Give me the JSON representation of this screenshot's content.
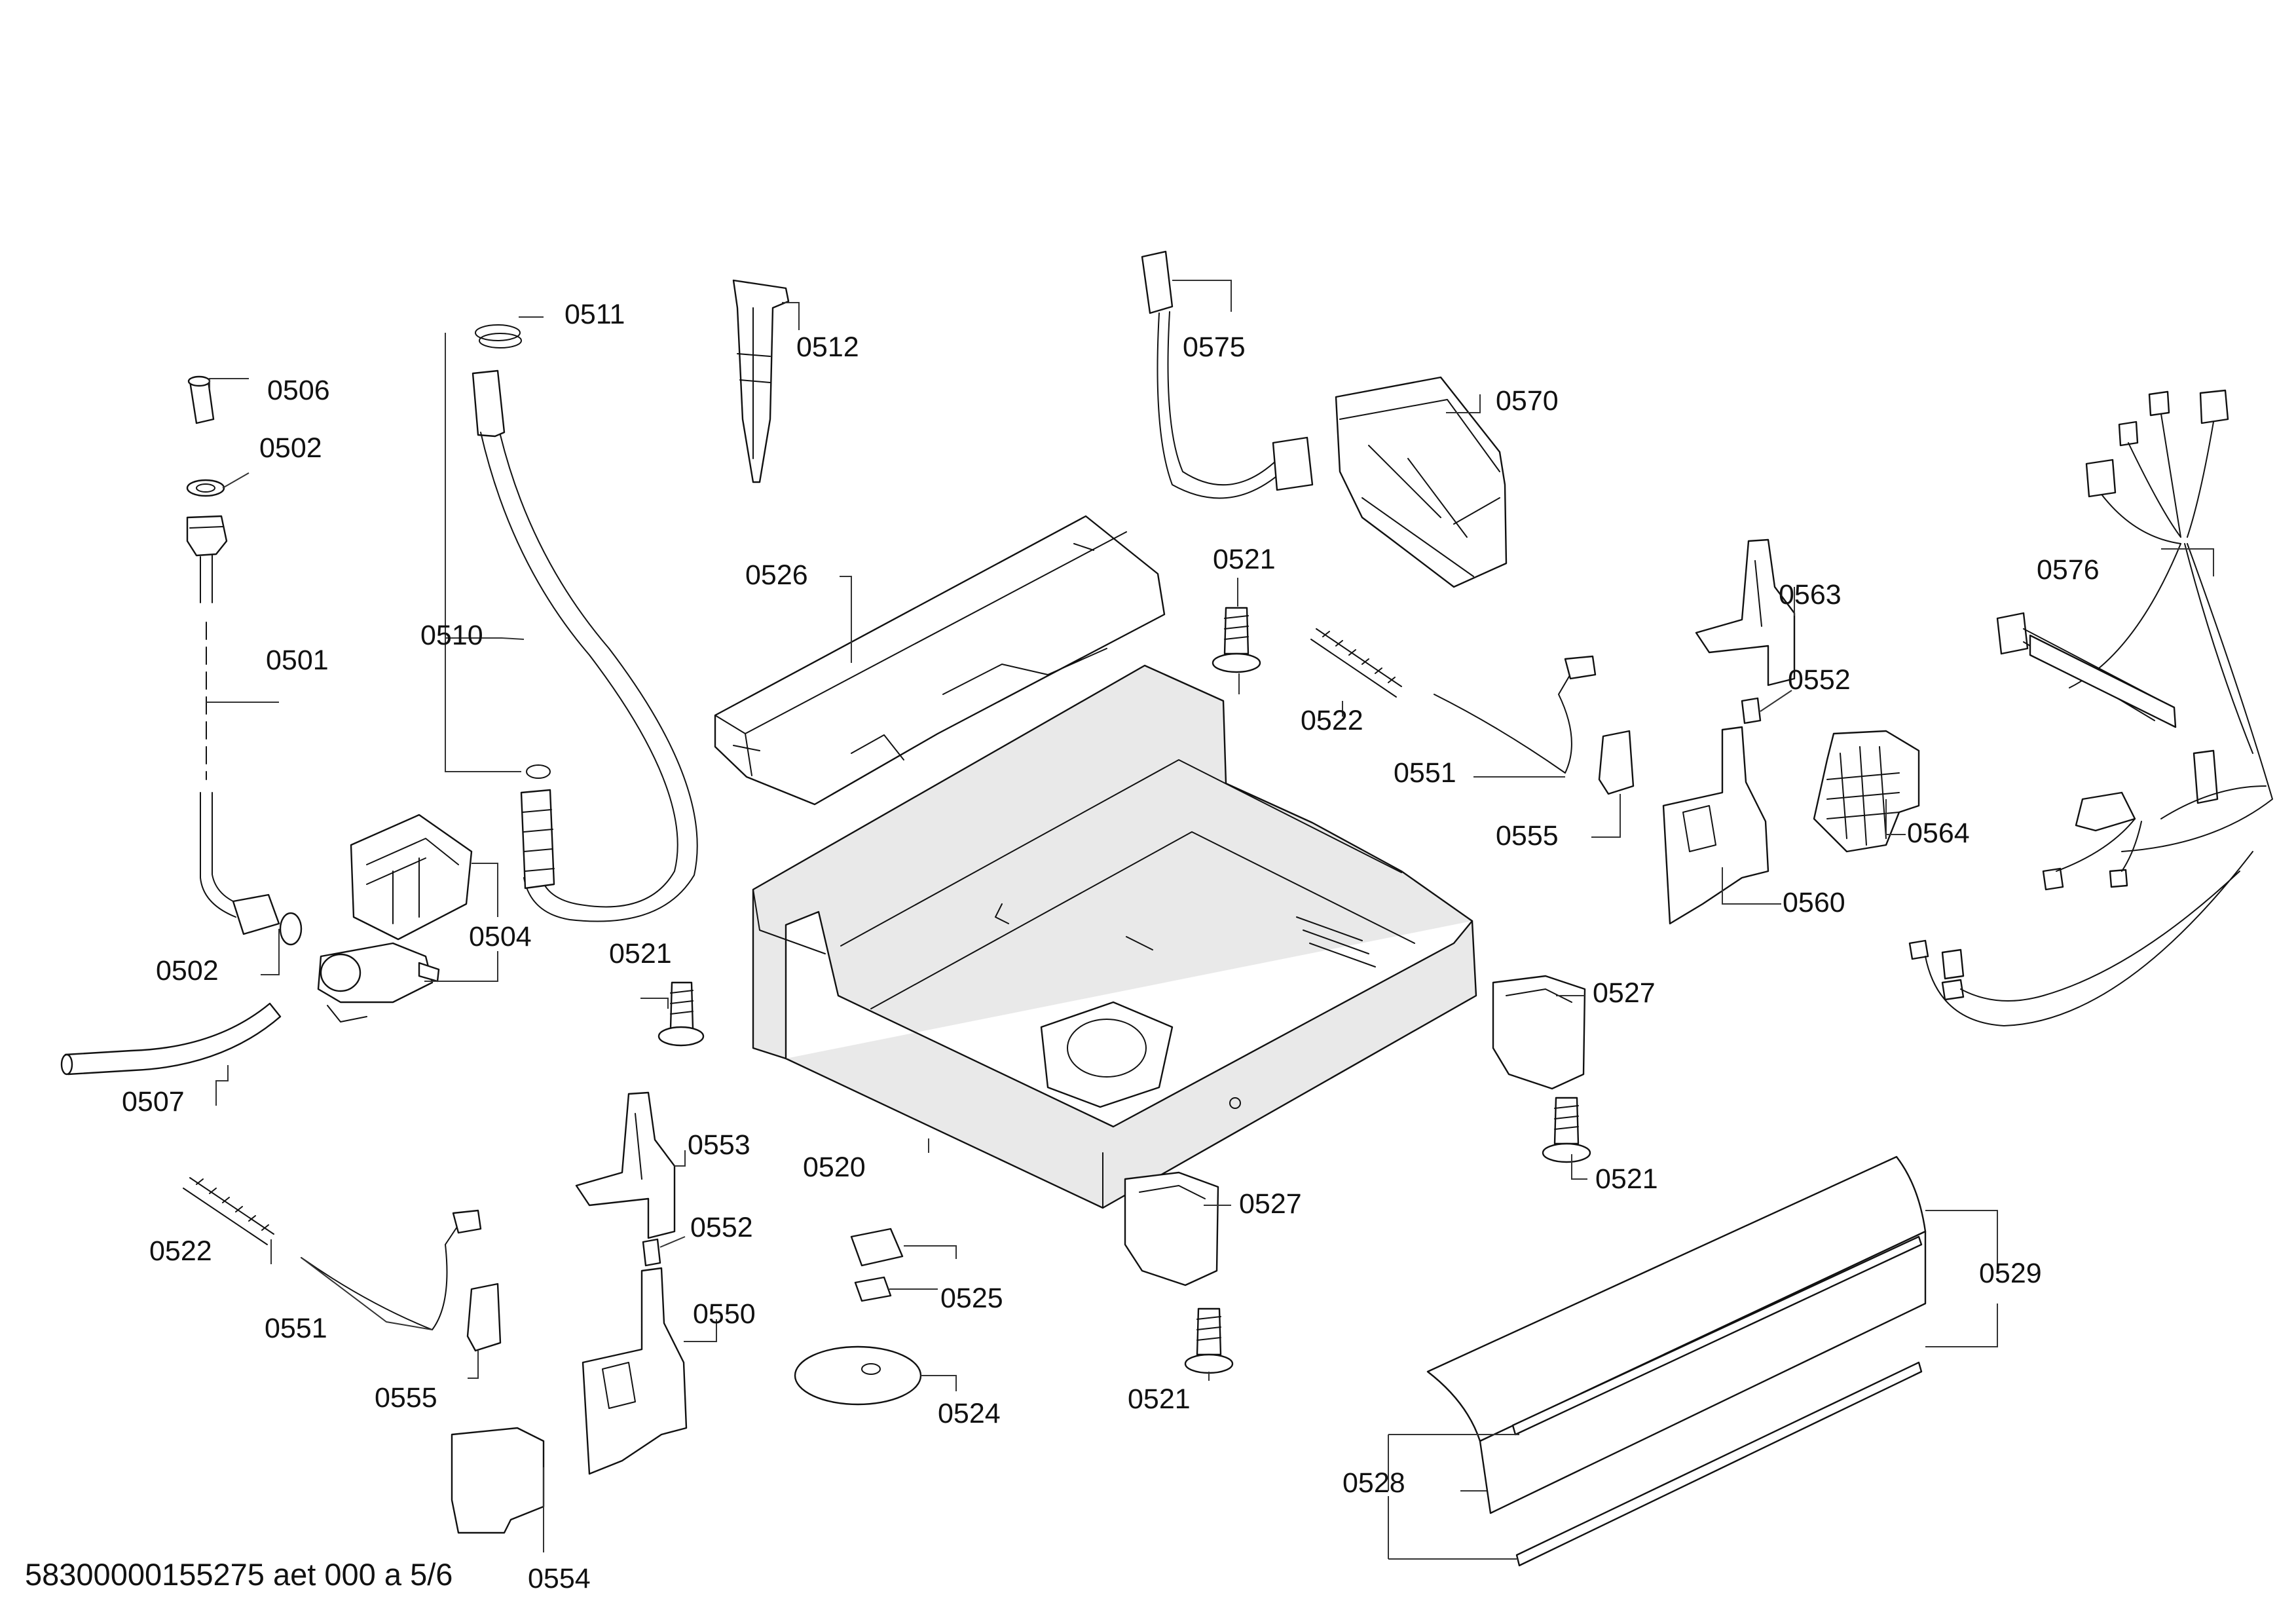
{
  "diagram": {
    "title": "",
    "footer": "58300000155275 aet 000 a 5/6"
  },
  "labels": {
    "p0501": "0501",
    "p0502a": "0502",
    "p0502b": "0502",
    "p0504": "0504",
    "p0506": "0506",
    "p0507": "0507",
    "p0510": "0510",
    "p0511": "0511",
    "p0512": "0512",
    "p0520": "0520",
    "p0521a": "0521",
    "p0521b": "0521",
    "p0521c": "0521",
    "p0521d": "0521",
    "p0522a": "0522",
    "p0522b": "0522",
    "p0524": "0524",
    "p0525": "0525",
    "p0526": "0526",
    "p0527a": "0527",
    "p0527b": "0527",
    "p0528": "0528",
    "p0529": "0529",
    "p0550": "0550",
    "p0551a": "0551",
    "p0551b": "0551",
    "p0552a": "0552",
    "p0552b": "0552",
    "p0553": "0553",
    "p0554": "0554",
    "p0555a": "0555",
    "p0555b": "0555",
    "p0560": "0560",
    "p0563": "0563",
    "p0564": "0564",
    "p0570": "0570",
    "p0575": "0575",
    "p0576": "0576"
  }
}
